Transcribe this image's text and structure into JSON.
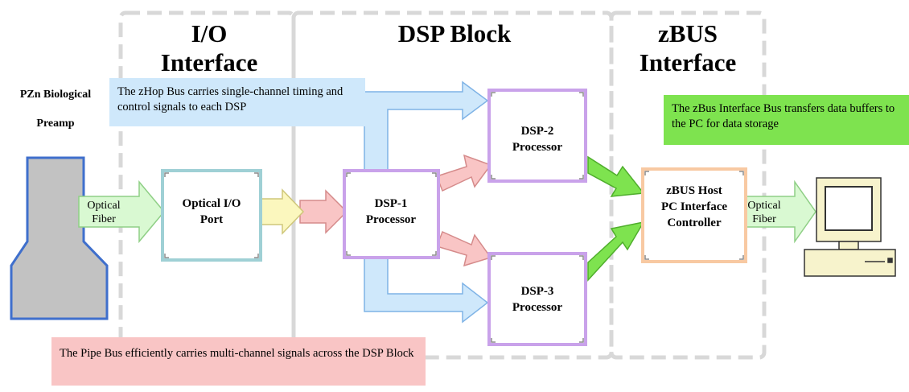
{
  "sections": {
    "io": "I/O Interface",
    "dsp": "DSP Block",
    "zbus": "zBUS Interface"
  },
  "preamp": {
    "line1": "PZn Biological",
    "line2": "Preamp"
  },
  "fiber_left": "Optical Fiber",
  "fiber_right": "Optical Fiber",
  "blocks": {
    "io_port": "Optical I/O Port",
    "dsp1": "DSP-1 Processor",
    "dsp2": "DSP-2 Processor",
    "dsp3": "DSP-3 Processor",
    "zbus_ctrl": "zBUS Host PC Interface Controller"
  },
  "notes": {
    "zhop": "The zHop Bus carries single-channel timing and control signals to each DSP",
    "zbus": "The zBus Interface Bus transfers data buffers to the PC for data storage",
    "pipe": "The Pipe Bus efficiently carries multi-channel signals across the DSP Block"
  },
  "colors": {
    "zhop_bus": "#cfe8fb",
    "pipe_bus": "#f9c5c5",
    "zbus_bus": "#7ee34f",
    "fiber": "#d9f9d2",
    "io_link": "#fbf7be",
    "io_port_border": "#9fd0d5",
    "dsp_border": "#c9a2ea",
    "zbus_border": "#f8c9a2"
  }
}
